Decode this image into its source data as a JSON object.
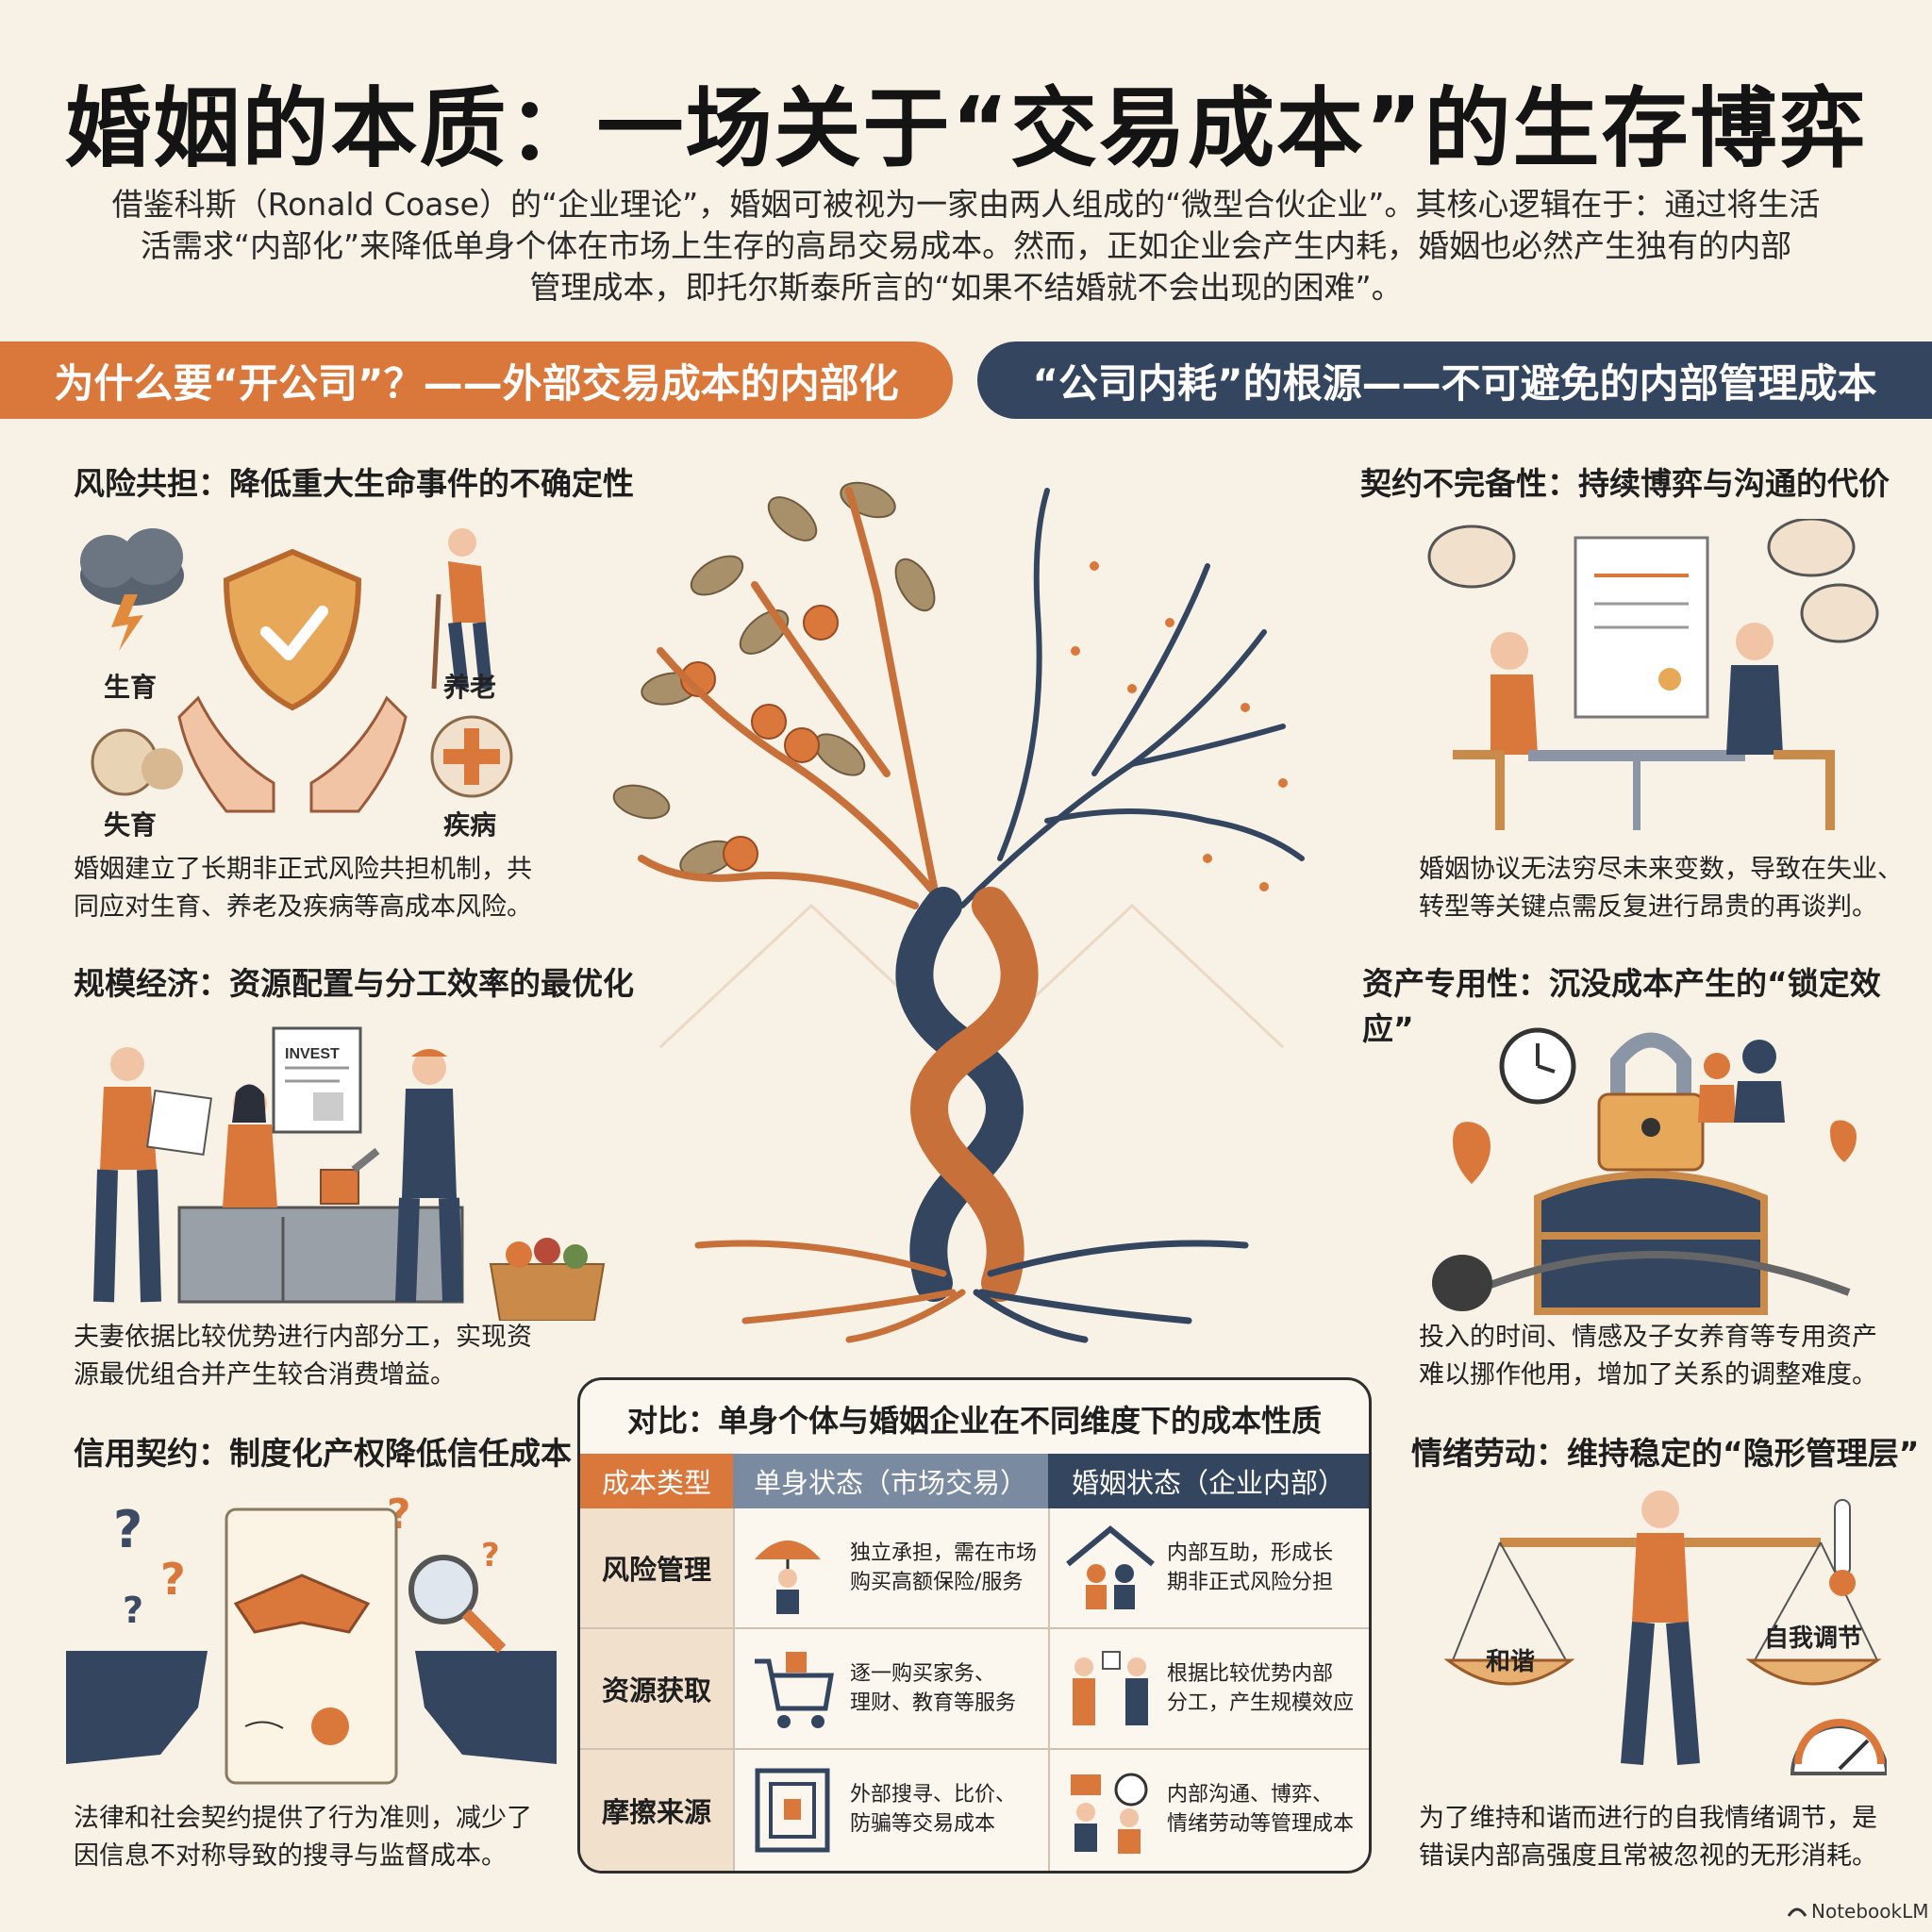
{
  "title": "婚姻的本质：一场关于“交易成本”的生存博弈",
  "intro": [
    "借鉴科斯（Ronald Coase）的“企业理论”，婚姻可被视为一家由两人组成的“微型合伙企业”。其核心逻辑在于：通过将生活",
    "活需求“内部化”来降低单身个体在市场上生存的高昂交易成本。然而，正如企业会产生内耗，婚姻也必然产生独有的内部",
    "管理成本，即托尔斯泰所言的“如果不结婚就不会出现的困难”。"
  ],
  "banners": {
    "left": "为什么要“开公司”？——外部交易成本的内部化",
    "right": "“公司内耗”的根源——不可避免的内部管理成本"
  },
  "left_sections": [
    {
      "heading": "风险共担：降低重大生命事件的不确定性",
      "lines": [
        "婚姻建立了长期非正式风险共担机制，共",
        "同应对生育、养老及疾病等高成本风险。"
      ],
      "labels": [
        "生育",
        "养老",
        "失育",
        "疾病"
      ]
    },
    {
      "heading": "规模经济：资源配置与分工效率的最优化",
      "lines": [
        "夫妻依据比较优势进行内部分工，实现资",
        "源最优组合并产生较合消费增益。"
      ],
      "sign": "INVEST"
    },
    {
      "heading": "信用契约：制度化产权降低信任成本",
      "lines": [
        "法律和社会契约提供了行为准则，减少了",
        "因信息不对称导致的搜寻与监督成本。"
      ]
    }
  ],
  "right_sections": [
    {
      "heading": "契约不完备性：持续博弈与沟通的代价",
      "lines": [
        "婚姻协议无法穷尽未来变数，导致在失业、",
        "转型等关键点需反复进行昂贵的再谈判。"
      ]
    },
    {
      "heading": "资产专用性：沉没成本产生的“锁定效应”",
      "lines": [
        "投入的时间、情感及子女养育等专用资产",
        "难以挪作他用，增加了关系的调整难度。"
      ]
    },
    {
      "heading": "情绪劳动：维持稳定的“隐形管理层”",
      "lines": [
        "为了维持和谐而进行的自我情绪调节，是",
        "错误内部高强度且常被忽视的无形消耗。"
      ],
      "scale_left": "和谐",
      "scale_right": "自我调节"
    }
  ],
  "table": {
    "title": "对比：单身个体与婚姻企业在不同维度下的成本性质",
    "headers": [
      "成本类型",
      "单身状态（市场交易）",
      "婚姻状态（企业内部）"
    ],
    "rows": [
      {
        "type": "风险管理",
        "single": [
          "独立承担，需在市场",
          "购买高额保险/服务"
        ],
        "married": [
          "内部互助，形成长",
          "期非正式风险分担"
        ]
      },
      {
        "type": "资源获取",
        "single": [
          "逐一购买家务、",
          "理财、教育等服务"
        ],
        "married": [
          "根据比较优势内部",
          "分工，产生规模效应"
        ]
      },
      {
        "type": "摩擦来源",
        "single": [
          "外部搜寻、比价、",
          "防骗等交易成本"
        ],
        "married": [
          "内部沟通、博弈、",
          "情绪劳动等管理成本"
        ]
      }
    ]
  },
  "brand": "NotebookLM",
  "colors": {
    "orange": "#d9783a",
    "navy": "#34465f",
    "background": "#f8f1e6"
  }
}
